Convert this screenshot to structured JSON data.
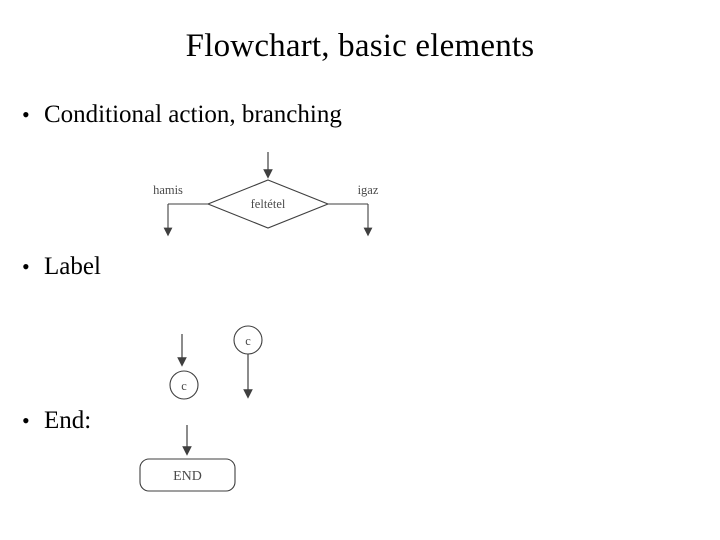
{
  "slide": {
    "title": "Flowchart, basic elements",
    "bullet_char": "•",
    "bullets": [
      {
        "text": "Conditional action, branching"
      },
      {
        "text": "Label"
      },
      {
        "text": "End:"
      }
    ],
    "figures": {
      "conditional": {
        "decision_label": "feltétel",
        "false_branch_label": "hamis",
        "true_branch_label": "igaz"
      },
      "label": {
        "connector_in": "c",
        "connector_out": "c"
      },
      "end": {
        "terminator_label": "END"
      }
    },
    "colors": {
      "background": "#ffffff",
      "text": "#000000",
      "diagram_stroke": "#3f3f3f",
      "diagram_text": "#4a4a4a"
    }
  }
}
